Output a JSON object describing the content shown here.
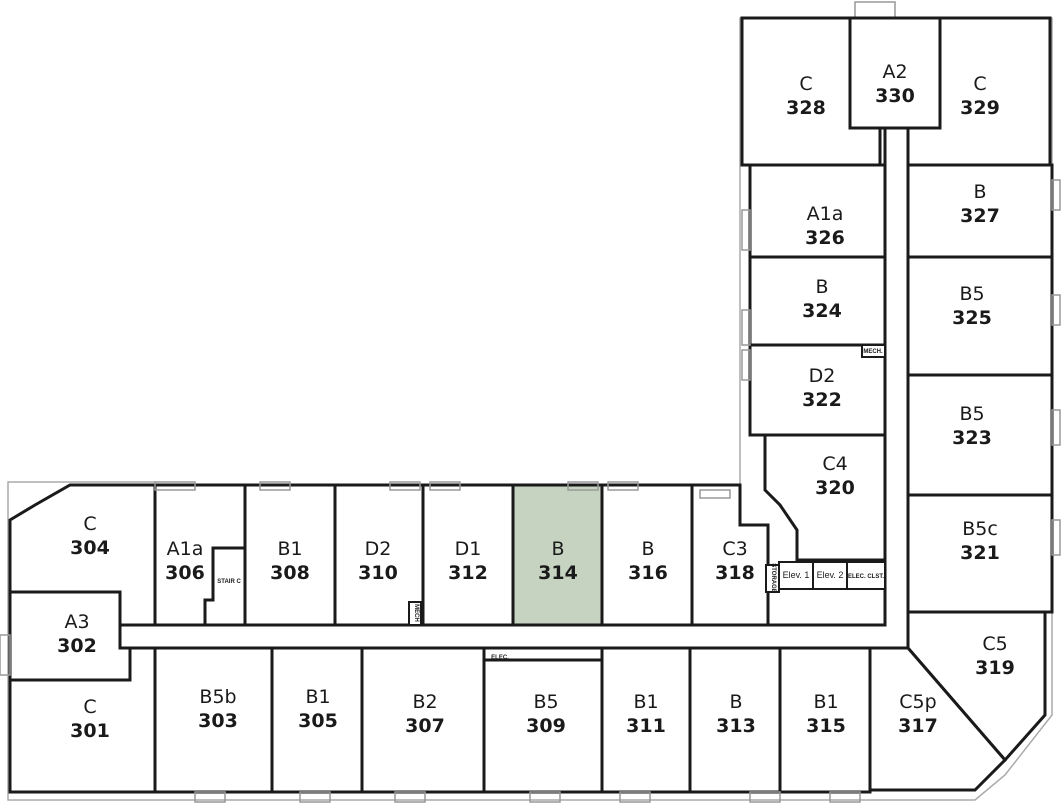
{
  "selected_unit": "314",
  "colors": {
    "selected": "#c5d3c0",
    "wall": "#1a1a1a",
    "background": "#ffffff"
  },
  "units": [
    {
      "type": "C",
      "number": "328"
    },
    {
      "type": "A2",
      "number": "330"
    },
    {
      "type": "C",
      "number": "329"
    },
    {
      "type": "A1a",
      "number": "326"
    },
    {
      "type": "B",
      "number": "327"
    },
    {
      "type": "B",
      "number": "324"
    },
    {
      "type": "B5",
      "number": "325"
    },
    {
      "type": "D2",
      "number": "322"
    },
    {
      "type": "B5",
      "number": "323"
    },
    {
      "type": "C4",
      "number": "320"
    },
    {
      "type": "B5c",
      "number": "321"
    },
    {
      "type": "C",
      "number": "304"
    },
    {
      "type": "A1a",
      "number": "306"
    },
    {
      "type": "B1",
      "number": "308"
    },
    {
      "type": "D2",
      "number": "310"
    },
    {
      "type": "D1",
      "number": "312"
    },
    {
      "type": "B",
      "number": "314"
    },
    {
      "type": "B",
      "number": "316"
    },
    {
      "type": "C3",
      "number": "318"
    },
    {
      "type": "A3",
      "number": "302"
    },
    {
      "type": "C5",
      "number": "319"
    },
    {
      "type": "C",
      "number": "301"
    },
    {
      "type": "B5b",
      "number": "303"
    },
    {
      "type": "B1",
      "number": "305"
    },
    {
      "type": "B2",
      "number": "307"
    },
    {
      "type": "B5",
      "number": "309"
    },
    {
      "type": "B1",
      "number": "311"
    },
    {
      "type": "B",
      "number": "313"
    },
    {
      "type": "B1",
      "number": "315"
    },
    {
      "type": "C5p",
      "number": "317"
    }
  ],
  "service_labels": {
    "stair_c": "STAIR C",
    "mech_1": "MECH",
    "mech_2": "MECH.",
    "elec": "ELEC.",
    "storage": "STORAGE",
    "elev_1": "Elev. 1",
    "elev_2": "Elev. 2",
    "elec_clst": "ELEC. CLST."
  }
}
